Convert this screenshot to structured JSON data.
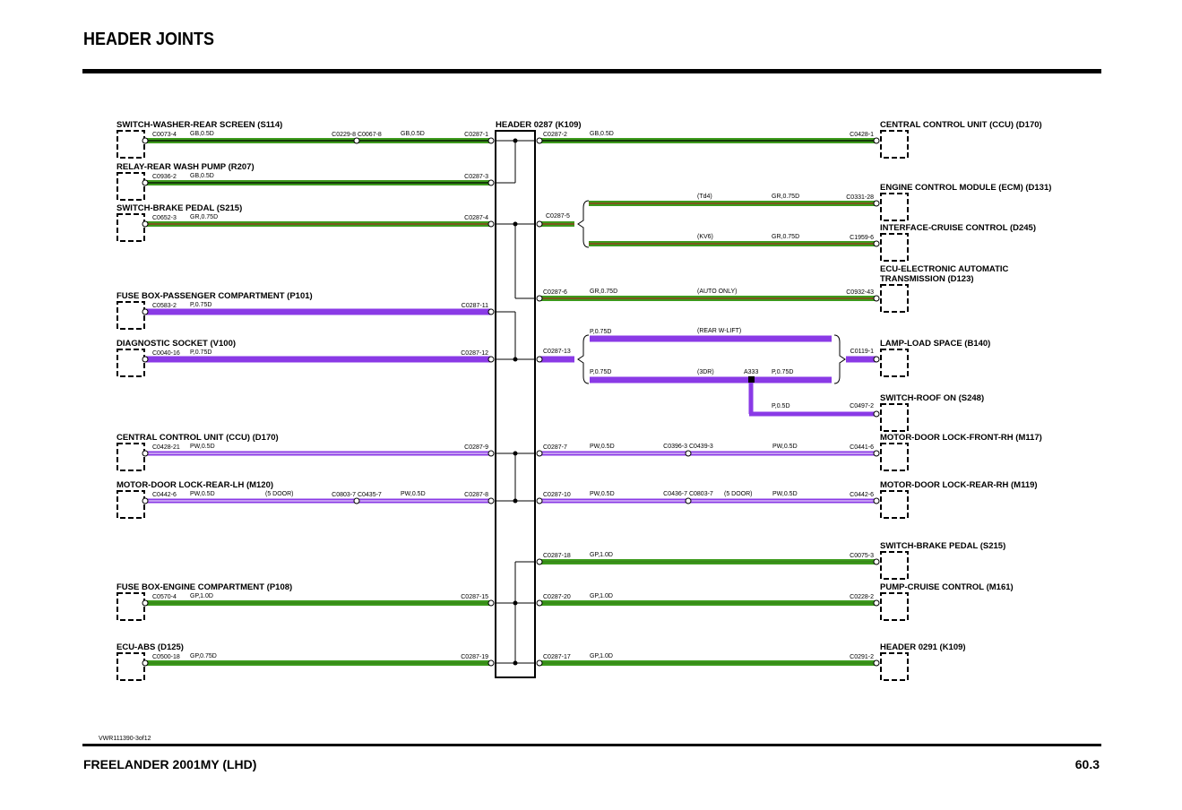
{
  "title": "HEADER JOINTS",
  "footer": {
    "model": "FREELANDER 2001MY (LHD)",
    "page": "60.3",
    "drawing_code": "VWR111390-3of12"
  },
  "header": {
    "label": "HEADER 0287 (K109)"
  },
  "colors": {
    "green": "#3c9a1c",
    "purple": "#8a3ae6",
    "black": "#000000",
    "red": "#a0301c"
  },
  "left_circuits": [
    {
      "component": "SWITCH-WASHER-REAR SCREEN (S114)",
      "connector": "C0073-4",
      "wire": "GB,0.5D",
      "splice": "C0229-8 C0067-8",
      "wire2": "GB,0.5D",
      "pin": "C0287-1"
    },
    {
      "component": "RELAY-REAR WASH PUMP (R207)",
      "connector": "C0936-2",
      "wire": "GB,0.5D",
      "pin": "C0287-3"
    },
    {
      "component": "SWITCH-BRAKE PEDAL (S215)",
      "connector": "C0652-3",
      "wire": "GR,0.75D",
      "pin": "C0287-4"
    },
    {
      "component": "FUSE BOX-PASSENGER COMPARTMENT (P101)",
      "connector": "C0583-2",
      "wire": "P,0.75D",
      "pin": "C0287-11"
    },
    {
      "component": "DIAGNOSTIC SOCKET (V100)",
      "connector": "C0040-16",
      "wire": "P,0.75D",
      "pin": "C0287-12"
    },
    {
      "component": "CENTRAL CONTROL UNIT (CCU) (D170)",
      "connector": "C0428-21",
      "wire": "PW,0.5D",
      "pin": "C0287-9"
    },
    {
      "component": "MOTOR-DOOR LOCK-REAR-LH (M120)",
      "connector": "C0442-6",
      "wire": "PW,0.5D",
      "note": "(5 DOOR)",
      "splice": "C0803-7 C0435-7",
      "wire2": "PW,0.5D",
      "pin": "C0287-8"
    },
    {
      "component": "FUSE BOX-ENGINE COMPARTMENT (P108)",
      "connector": "C0570-4",
      "wire": "GP,1.0D",
      "pin": "C0287-15"
    },
    {
      "component": "ECU-ABS (D125)",
      "connector": "C0500-18",
      "wire": "GP,0.75D",
      "pin": "C0287-19"
    }
  ],
  "right_circuits": [
    {
      "pin": "C0287-2",
      "wire": "GB,0.5D",
      "connector": "C0428-1",
      "component": "CENTRAL CONTROL UNIT (CCU) (D170)"
    },
    {
      "pin": "C0287-5",
      "branches": [
        {
          "note": "(Td4)",
          "wire": "GR,0.75D",
          "connector": "C0331-28",
          "component": "ENGINE CONTROL MODULE (ECM) (D131)"
        },
        {
          "note": "(KV6)",
          "wire": "GR,0.75D",
          "connector": "C1959-6",
          "component": "INTERFACE-CRUISE CONTROL (D245)"
        }
      ]
    },
    {
      "pin": "C0287-6",
      "wire": "GR,0.75D",
      "note": "(AUTO ONLY)",
      "connector": "C0932-43",
      "component": "ECU-ELECTRONIC AUTOMATIC",
      "component2": "TRANSMISSION (D123)"
    },
    {
      "pin": "C0287-13",
      "upper": {
        "wire": "P,0.75D",
        "note": "(REAR W-LIFT)"
      },
      "lower": {
        "wire": "P,0.75D",
        "note": "(3DR)",
        "splice": "A333",
        "wire2": "P,0.75D"
      },
      "connector": "C0119-1",
      "component": "LAMP-LOAD SPACE (B140)",
      "drop": {
        "wire": "P,0.5D",
        "connector": "C0497-2",
        "component": "SWITCH-ROOF ON (S248)"
      }
    },
    {
      "pin": "C0287-7",
      "wire": "PW,0.5D",
      "splice": "C0396-3 C0439-3",
      "wire2": "PW,0.5D",
      "connector": "C0441-6",
      "component": "MOTOR-DOOR LOCK-FRONT-RH (M117)"
    },
    {
      "pin": "C0287-10",
      "wire": "PW,0.5D",
      "splice": "C0436-7 C0803-7",
      "note": "(5 DOOR)",
      "wire2": "PW,0.5D",
      "connector": "C0442-6",
      "component": "MOTOR-DOOR LOCK-REAR-RH (M119)"
    },
    {
      "pin": "C0287-18",
      "wire": "GP,1.0D",
      "connector": "C0075-3",
      "component": "SWITCH-BRAKE PEDAL (S215)"
    },
    {
      "pin": "C0287-20",
      "wire": "GP,1.0D",
      "connector": "C0228-2",
      "component": "PUMP-CRUISE CONTROL (M161)"
    },
    {
      "pin": "C0287-17",
      "wire": "GP,1.0D",
      "connector": "C0291-2",
      "component": "HEADER 0291 (K109)"
    }
  ]
}
